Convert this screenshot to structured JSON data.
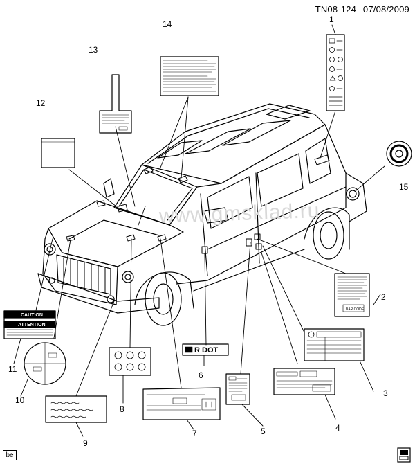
{
  "header": {
    "code": "TN08-124",
    "date": "07/08/2009"
  },
  "watermark": "www.gmsklad.ru",
  "bottom_tag": "be",
  "labels": {
    "caution": "CAUTION",
    "attention": "ATTENTION",
    "dot": "R  DOT",
    "bar_code": "BAR CODE"
  },
  "callouts": [
    "1",
    "2",
    "3",
    "4",
    "5",
    "6",
    "7",
    "8",
    "9",
    "10",
    "11",
    "12",
    "13",
    "14",
    "15"
  ]
}
